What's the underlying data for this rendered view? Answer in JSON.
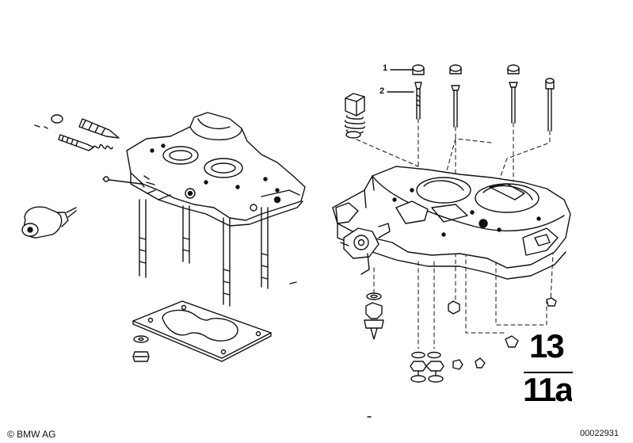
{
  "callouts": {
    "item1": "1",
    "item2": "2"
  },
  "group": {
    "main": "13",
    "sub": "11a"
  },
  "footer": {
    "copyright": "© BMW AG",
    "doc_number": "00022931"
  }
}
